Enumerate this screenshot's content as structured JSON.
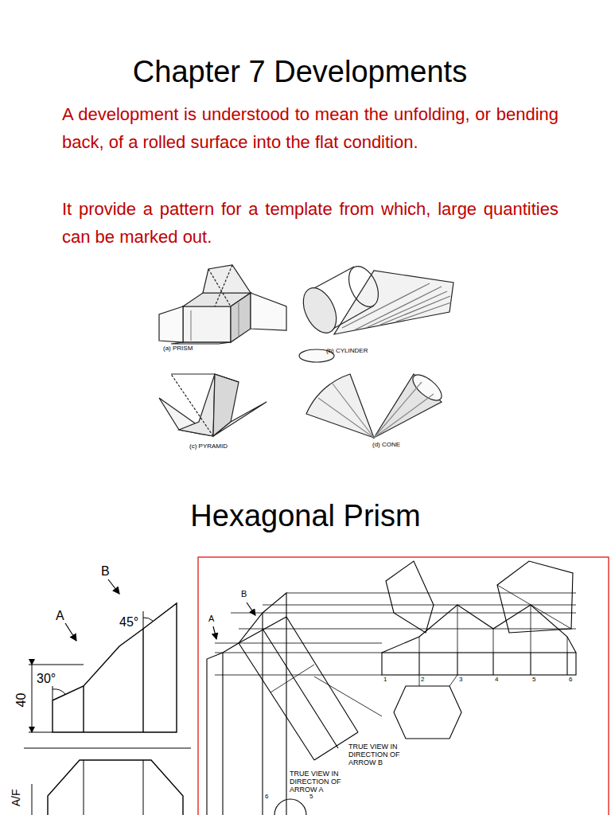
{
  "diagram": {
    "title": "Chapter 7 Developments",
    "labels": [
      "A development is understood to mean the unfolding, or bending back, of a rolled surface into the flat condition.",
      "It provide a pattern for a template from which, large quantities can be marked out.",
      "(a) PRISM",
      "(b) CYLINDER",
      "(c) PYRAMID",
      "(d) CONE",
      "Hexagonal Prism",
      "A",
      "B",
      "45°",
      "30°",
      "40",
      "A/F",
      "B",
      "A",
      "1",
      "2",
      "3",
      "4",
      "5",
      "6",
      "TRUE VIEW IN DIRECTION OF ARROW B",
      "TRUE VIEW IN DIRECTION OF ARROW A",
      "6",
      "5"
    ]
  }
}
